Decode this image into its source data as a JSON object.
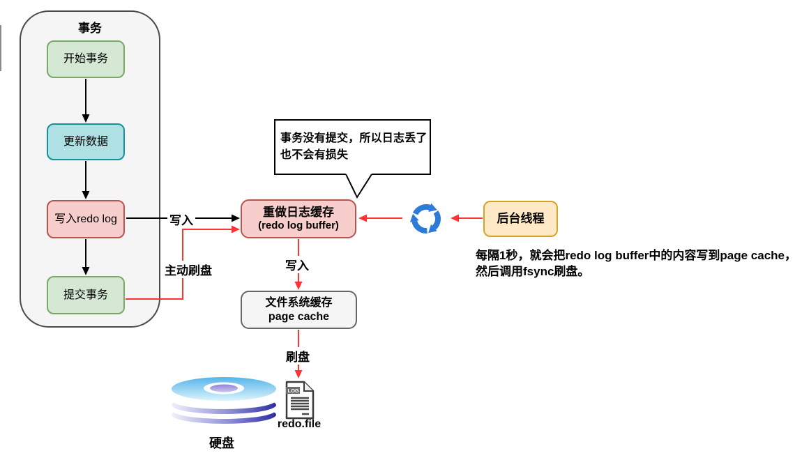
{
  "diagram_title": "redo log buffer flush flow",
  "transaction": {
    "title": "事务",
    "steps": [
      {
        "label": "开始事务",
        "color": "green"
      },
      {
        "label": "更新数据",
        "color": "teal"
      },
      {
        "label": "写入redo log",
        "color": "pink"
      },
      {
        "label": "提交事务",
        "color": "green"
      }
    ]
  },
  "buffer_box": {
    "line1": "重做日志缓存",
    "line2": "(redo log buffer)"
  },
  "callout": {
    "line1": "事务没有提交，所以日志丢了",
    "line2": "也不会有损失"
  },
  "page_cache_box": {
    "line1": "文件系统缓存",
    "line2": "page cache"
  },
  "backend_box": {
    "label": "后台线程"
  },
  "note": {
    "line1": "每隔1秒，就会把redo log buffer中的内容写到page cache，",
    "line2": "然后调用fsync刷盘。"
  },
  "edge_labels": {
    "write_to_buffer": "写入",
    "active_flush": "主动刷盘",
    "write_to_cache": "写入",
    "flush_to_disk": "刷盘"
  },
  "disk": {
    "label": "硬盘"
  },
  "file": {
    "label": "redo.file",
    "badge": "LOG"
  },
  "icons": {
    "sync": "sync-cycle-icon",
    "disk": "hard-disk-icon",
    "file": "log-file-icon"
  },
  "colors": {
    "container_fill": "#f5f5f5",
    "container_stroke": "#4a4a4a",
    "green_fill": "#d5e8d4",
    "green_stroke": "#7aa865",
    "teal_fill": "#aee0e4",
    "teal_stroke": "#12929e",
    "pink_fill": "#f8cecc",
    "pink_stroke": "#b85450",
    "orange_fill": "#ffe9c7",
    "orange_stroke": "#d8a322",
    "arrow_black": "#000000",
    "arrow_red": "#ff3333",
    "sync_blue": "#2c7bd8"
  }
}
